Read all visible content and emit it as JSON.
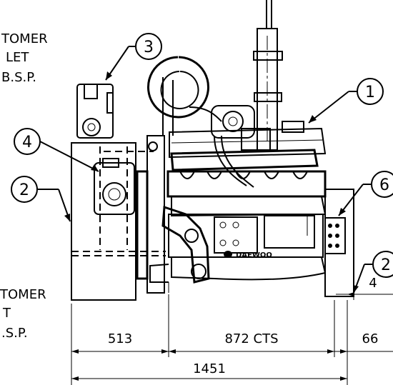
{
  "labels": {
    "customer_outlet_top": [
      "TOMER",
      "LET",
      "B.S.P."
    ],
    "customer_outlet_bottom": [
      "TOMER",
      "T",
      ".S.P."
    ]
  },
  "balloons": [
    "3",
    "4",
    "2",
    "1",
    "6",
    "2"
  ],
  "dimensions": {
    "d_513": "513",
    "d_872": "872 CTS",
    "d_66": "66",
    "d_4": "4",
    "d_1451": "1451"
  },
  "brand": "DAEWOO",
  "colors": {
    "ink": "#000000",
    "paper": "#ffffff"
  }
}
